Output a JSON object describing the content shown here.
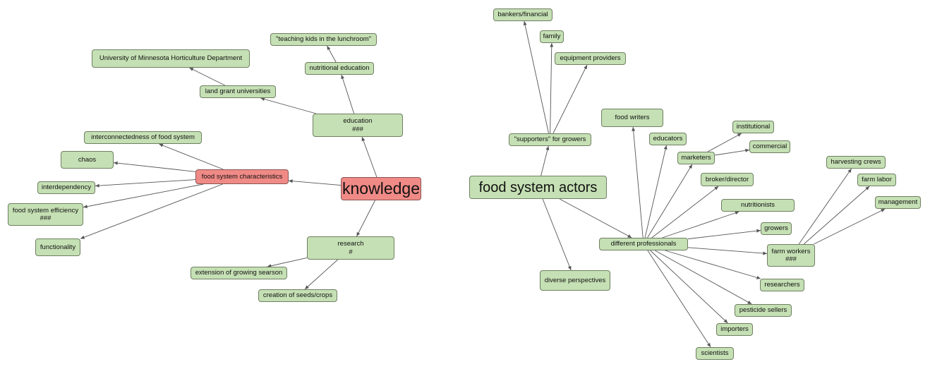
{
  "colors": {
    "node_fill": "#c5e0b4",
    "highlight_fill": "#f08a86",
    "edge": "#555555"
  },
  "maps": [
    {
      "root": "knowledge",
      "nodes": {
        "knowledge": {
          "label": "knowledge"
        },
        "education": {
          "label": "education",
          "sub": "###"
        },
        "research": {
          "label": "research",
          "sub": "#"
        },
        "fsc": {
          "label": "food system characteristics"
        },
        "nutrition_edu": {
          "label": "nutritional education"
        },
        "teaching_kids": {
          "label": "\"teaching kids in the lunchroom\""
        },
        "land_grant": {
          "label": "land grant universities"
        },
        "umn": {
          "label": "University of Minnesota Horticulture Department"
        },
        "interconnected": {
          "label": "interconnectedness of food system"
        },
        "chaos": {
          "label": "chaos"
        },
        "interdependency": {
          "label": "interdependency"
        },
        "efficiency": {
          "label": "food system efficiency",
          "sub": "###"
        },
        "functionality": {
          "label": "functionality"
        },
        "ext_season": {
          "label": "extension of growing searson"
        },
        "seeds": {
          "label": "creation of seeds/crops"
        }
      }
    },
    {
      "root": "food system actors",
      "nodes": {
        "fsa": {
          "label": "food system actors"
        },
        "supporters": {
          "label": "\"supporters\" for growers"
        },
        "bankers": {
          "label": "bankers/financial"
        },
        "family": {
          "label": "family"
        },
        "equipment": {
          "label": "equipment providers"
        },
        "diverse": {
          "label": "diverse perspectives"
        },
        "professionals": {
          "label": "different professionals"
        },
        "food_writers": {
          "label": "food writers"
        },
        "educators": {
          "label": "educators"
        },
        "marketers": {
          "label": "marketers"
        },
        "institutional": {
          "label": "institutional"
        },
        "commercial": {
          "label": "commercial"
        },
        "broker": {
          "label": "broker/director"
        },
        "nutritionists": {
          "label": "nutritionists"
        },
        "growers": {
          "label": "growers"
        },
        "farm_workers": {
          "label": "farm workers",
          "sub": "###"
        },
        "harvesting": {
          "label": "harvesting crews"
        },
        "farm_labor": {
          "label": "farm labor"
        },
        "management": {
          "label": "management"
        },
        "researchers": {
          "label": "researchers"
        },
        "pesticide": {
          "label": "pesticide sellers"
        },
        "importers": {
          "label": "importers"
        },
        "scientists": {
          "label": "scientists"
        }
      }
    }
  ]
}
